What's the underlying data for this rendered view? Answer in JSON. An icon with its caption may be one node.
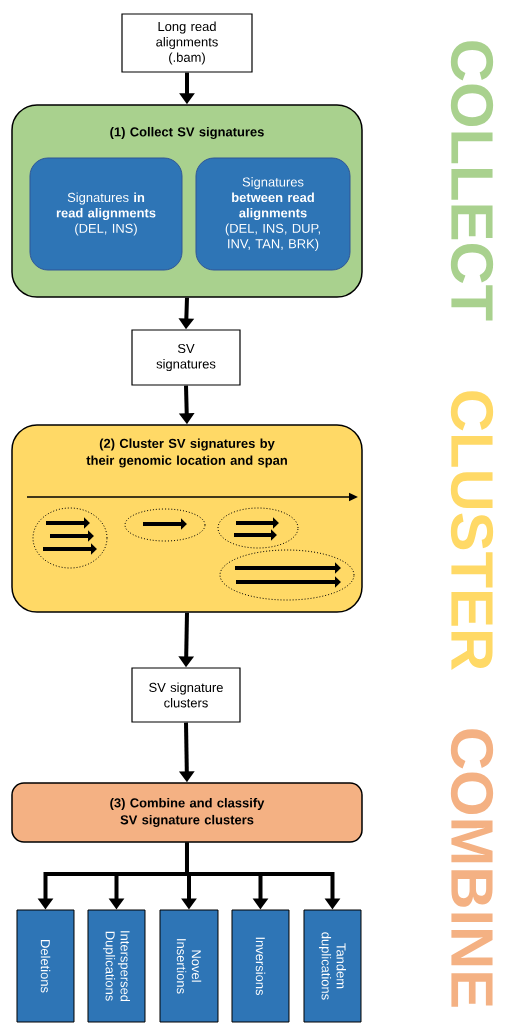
{
  "diagram": {
    "nodes": [
      {
        "text": [
          "Long read alignments (.bam)"
        ]
      },
      {
        "text": [
          "(1) Collect SV signatures"
        ]
      },
      {
        "text": [
          "Signatures **in read alignments** (DEL, INS)"
        ],
        "in": 1
      },
      {
        "text": [
          "Signatures **between read alignments** (DEL, INS, DUP, INV, TAN, BRK)"
        ],
        "in": 1
      },
      {
        "text": [
          "SV signatures"
        ]
      },
      {
        "text": [
          "(2) Cluster SV signatures by their genomic location and span"
        ]
      },
      {
        "text": [
          "SV signature clusters"
        ]
      },
      {
        "text": [
          "(3) Combine and classify SV signature clusters"
        ]
      },
      {
        "text": [
          "Deletions"
        ]
      },
      {
        "text": [
          "Interspersed Duplications"
        ]
      },
      {
        "text": [
          "Novel Insertions"
        ]
      },
      {
        "text": [
          "Inversions"
        ]
      },
      {
        "text": [
          "Tandem duplications"
        ]
      }
    ],
    "edges": [
      {
        "from": 0,
        "to": 1,
        "arrow": "to"
      },
      {
        "from": 1,
        "to": 4,
        "arrow": "to"
      },
      {
        "from": 4,
        "to": 5,
        "arrow": "to"
      },
      {
        "from": 5,
        "to": 6,
        "arrow": "to"
      },
      {
        "from": 6,
        "to": 7,
        "arrow": "to"
      },
      {
        "from": 7,
        "to": 8,
        "arrow": "to"
      },
      {
        "from": 7,
        "to": 9,
        "arrow": "to"
      },
      {
        "from": 7,
        "to": 10,
        "arrow": "to"
      },
      {
        "from": 7,
        "to": 11,
        "arrow": "to"
      },
      {
        "from": 7,
        "to": 12,
        "arrow": "to"
      }
    ],
    "labels": [
      "COLLECT",
      "CLUSTER",
      "COMBINE"
    ]
  }
}
